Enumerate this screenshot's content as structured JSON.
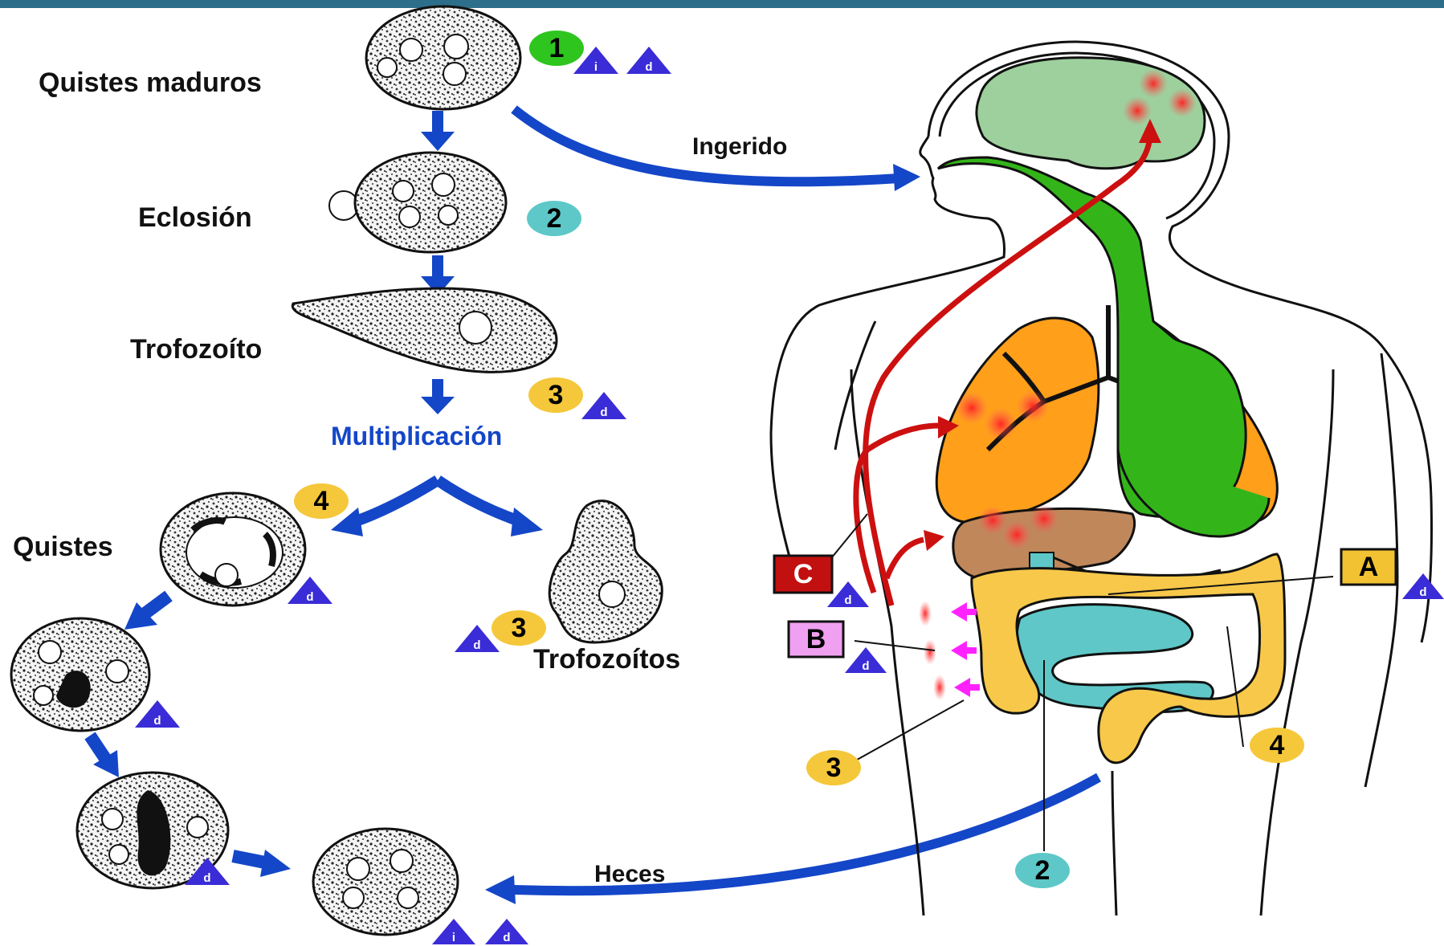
{
  "labels": {
    "mature_cysts": "Quistes maduros",
    "hatching": "Eclosión",
    "trophozoite": "Trofozoíto",
    "multiplication": "Multiplicación",
    "cysts": "Quistes",
    "trophozoites": "Trofozoítos",
    "ingested": "Ingerido",
    "feces": "Heces"
  },
  "steps": {
    "s1": "1",
    "s2": "2",
    "s3": "3",
    "s4": "4"
  },
  "stage_markers": {
    "infective": "i",
    "diagnostic": "d"
  },
  "boxes": {
    "A": "A",
    "B": "B",
    "C": "C"
  },
  "colors": {
    "green_badge": "#2ec51f",
    "teal_badge": "#5ec8c8",
    "yellow_badge": "#f5c73a",
    "triangle": "#3a2cd6",
    "blue_arrow": "#1446c8",
    "red_arrow": "#cc1010",
    "brain": "#9dd09d",
    "lungs": "#ff9f1a",
    "liver": "#c0875a",
    "esophagus": "#33b51a",
    "colon": "#f7c84a",
    "small_intestine": "#5fc7c7",
    "box_A": "#f2c232",
    "box_B": "#f0a0f0",
    "box_C": "#c21010",
    "top_bar": "#2d6e8a"
  }
}
